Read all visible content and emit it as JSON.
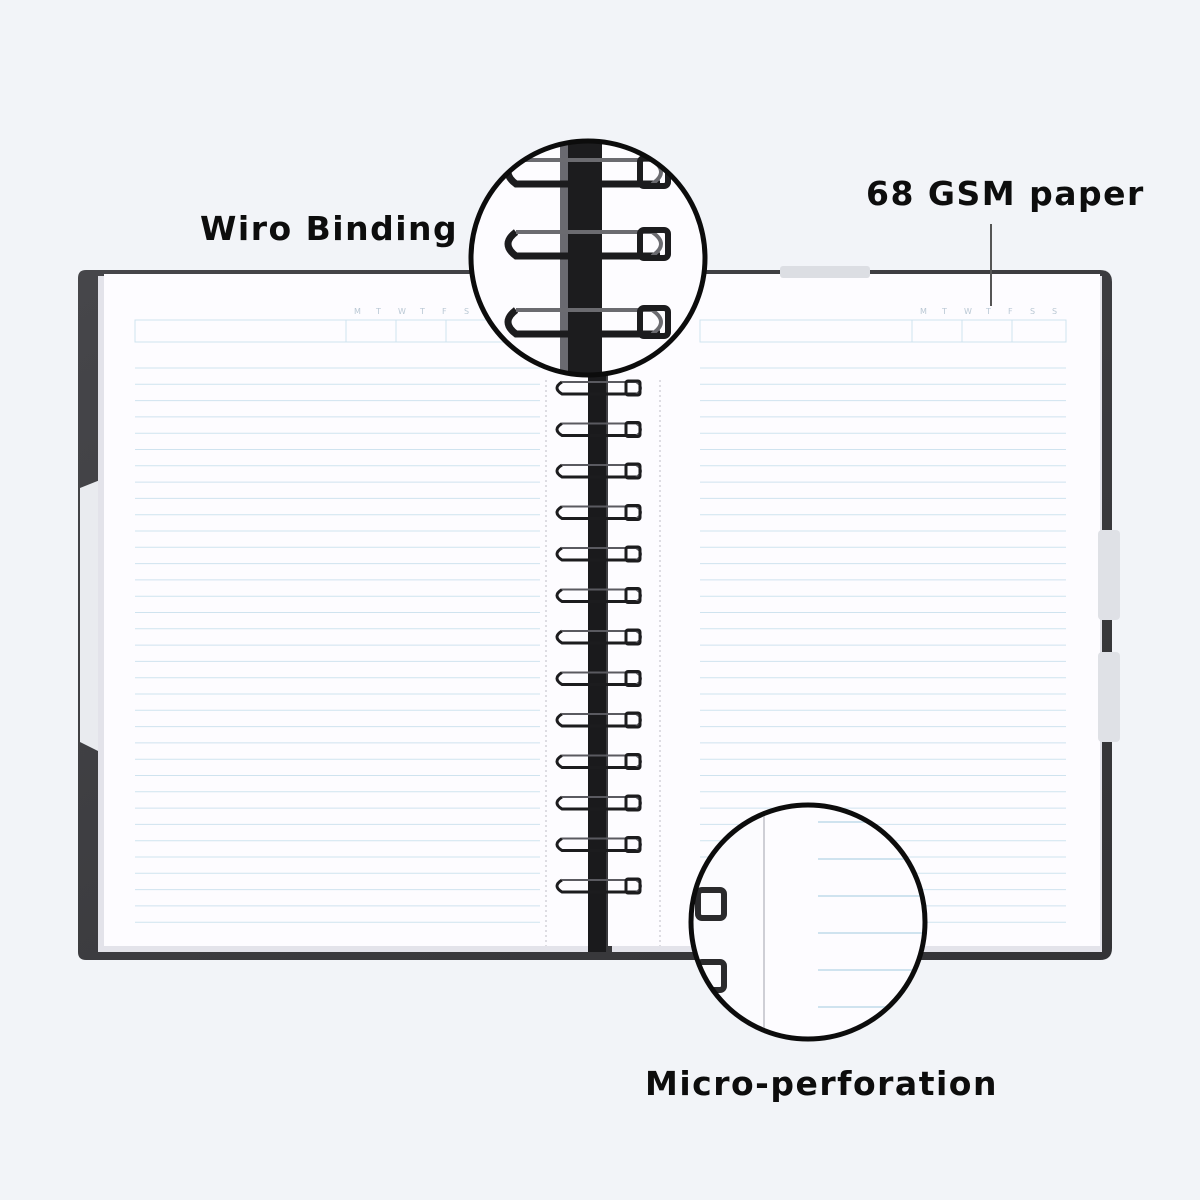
{
  "scene": {
    "subject": "spiral notebook",
    "background_color": "#f2f4f8",
    "cover_color": "#3c3c40",
    "page_color": "#fdfcff",
    "rule_color": "#cfe3ef",
    "wire_color": "#1c1c1e"
  },
  "callouts": {
    "wiro_binding": "Wiro Binding",
    "paper": "68 GSM paper",
    "perforation": "Micro-perforation"
  },
  "page_header": {
    "days": [
      "M",
      "T",
      "W",
      "T",
      "F",
      "S",
      "S"
    ]
  }
}
